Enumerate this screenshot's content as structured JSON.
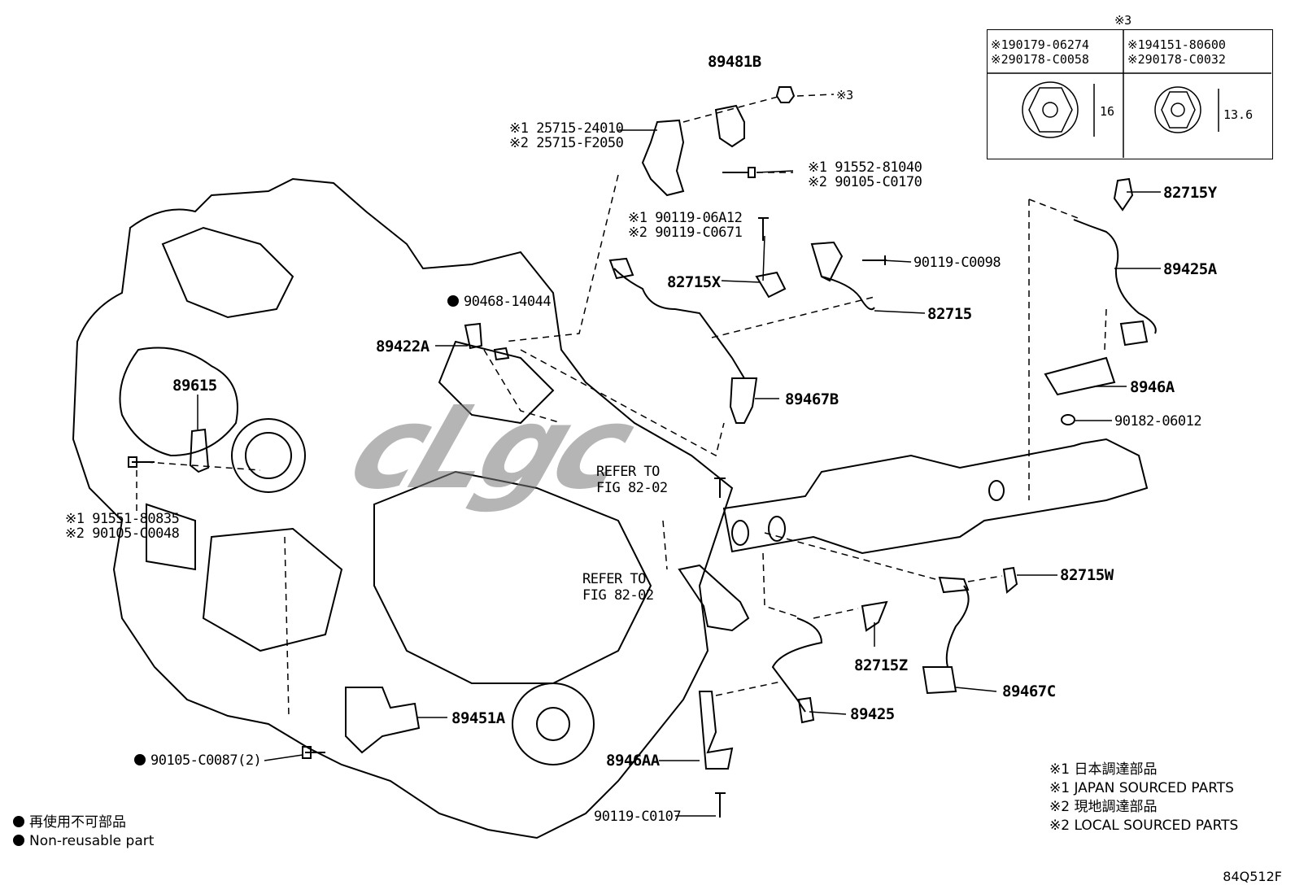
{
  "header_mark": "※3",
  "table": {
    "left_line1": "※190179-06274",
    "left_line2": "※290178-C0058",
    "left_dim": "16",
    "right_line1": "※194151-80600",
    "right_line2": "※290178-C0032",
    "right_dim": "13.6"
  },
  "labels": {
    "p89481B": "89481B",
    "ref3": "※3",
    "p25715_1": "※1 25715-24010",
    "p25715_2": "※2 25715-F2050",
    "p91552_1": "※1 91552-81040",
    "p91552_2": "※2 90105-C0170",
    "p90119_1": "※1 90119-06A12",
    "p90119_2": "※2 90119-C0671",
    "p82715Y": "82715Y",
    "p90119C0098": "90119-C0098",
    "p89425A": "89425A",
    "p82715X": "82715X",
    "p82715": "82715",
    "p90468": "90468-14044",
    "p89422A": "89422A",
    "p89615": "89615",
    "p89467B": "89467B",
    "p8946A": "8946A",
    "p90182": "90182-06012",
    "refer1_line1": "REFER TO",
    "refer1_line2": "FIG 82-02",
    "p91551_1": "※1 91551-80835",
    "p91551_2": "※2 90105-C0048",
    "refer2_line1": "REFER TO",
    "refer2_line2": "FIG 82-02",
    "p82715W": "82715W",
    "p82715Z": "82715Z",
    "p89467C": "89467C",
    "p89425": "89425",
    "p89451A": "89451A",
    "p8946AA": "8946AA",
    "p90105C0087": "90105-C0087(2)",
    "p90119C0107": "90119-C0107"
  },
  "notes": {
    "n1_jp": "※1 日本調達部品",
    "n1_en": "※1 JAPAN SOURCED PARTS",
    "n2_jp": "※2 現地調達部品",
    "n2_en": "※2 LOCAL SOURCED PARTS",
    "legend_jp": "再使用不可部品",
    "legend_en": "Non-reusable part"
  },
  "watermark": "cLgc",
  "diagram_code": "84Q512F"
}
